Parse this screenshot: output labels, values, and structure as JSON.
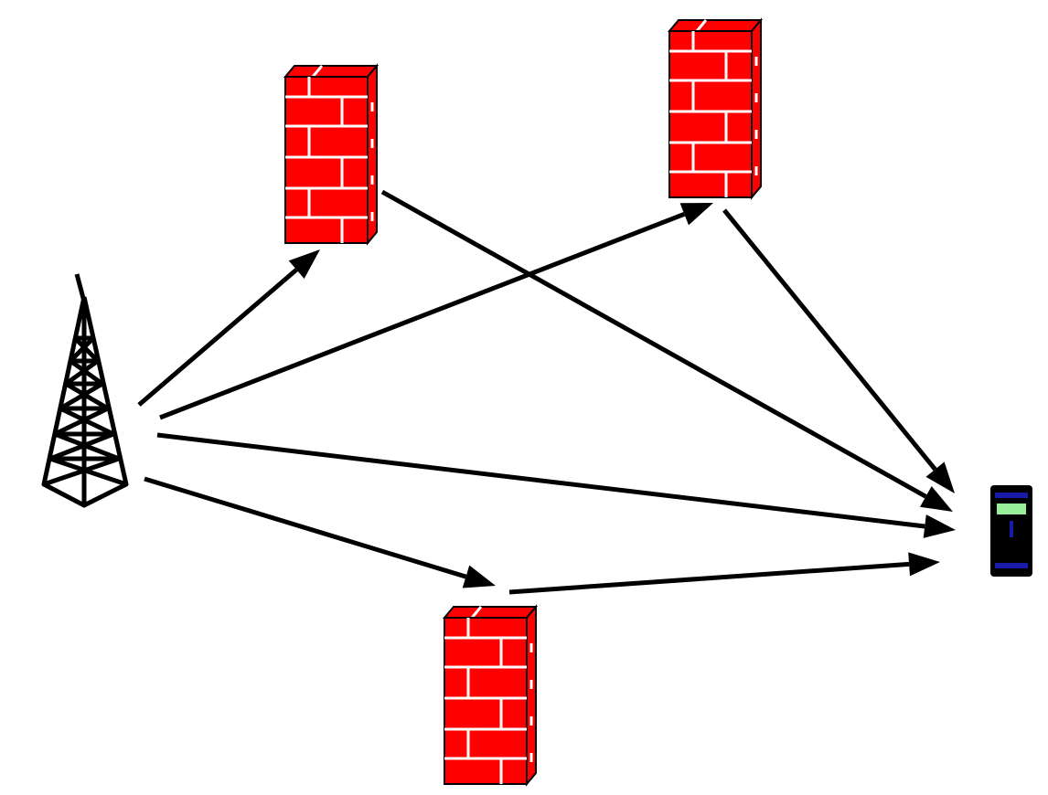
{
  "diagram": {
    "nodes": [
      {
        "id": "tower",
        "kind": "transmitter-tower"
      },
      {
        "id": "firewall-top-left",
        "kind": "firewall"
      },
      {
        "id": "firewall-top-right",
        "kind": "firewall"
      },
      {
        "id": "firewall-bottom",
        "kind": "firewall"
      },
      {
        "id": "mobile-device",
        "kind": "handheld-device"
      }
    ],
    "edges": [
      {
        "from": "tower",
        "to": "firewall-top-left"
      },
      {
        "from": "tower",
        "to": "firewall-top-right"
      },
      {
        "from": "tower",
        "to": "mobile-device"
      },
      {
        "from": "tower",
        "to": "firewall-bottom"
      },
      {
        "from": "firewall-top-left",
        "to": "mobile-device"
      },
      {
        "from": "firewall-top-right",
        "to": "mobile-device"
      },
      {
        "from": "firewall-bottom",
        "to": "mobile-device"
      }
    ],
    "colors": {
      "firewall_brick": "#ff0000",
      "mortar": "#ffffff",
      "outline": "#000000",
      "device_body": "#000000",
      "device_screen": "#99ee99",
      "device_keys": "#1a1aa8"
    }
  }
}
